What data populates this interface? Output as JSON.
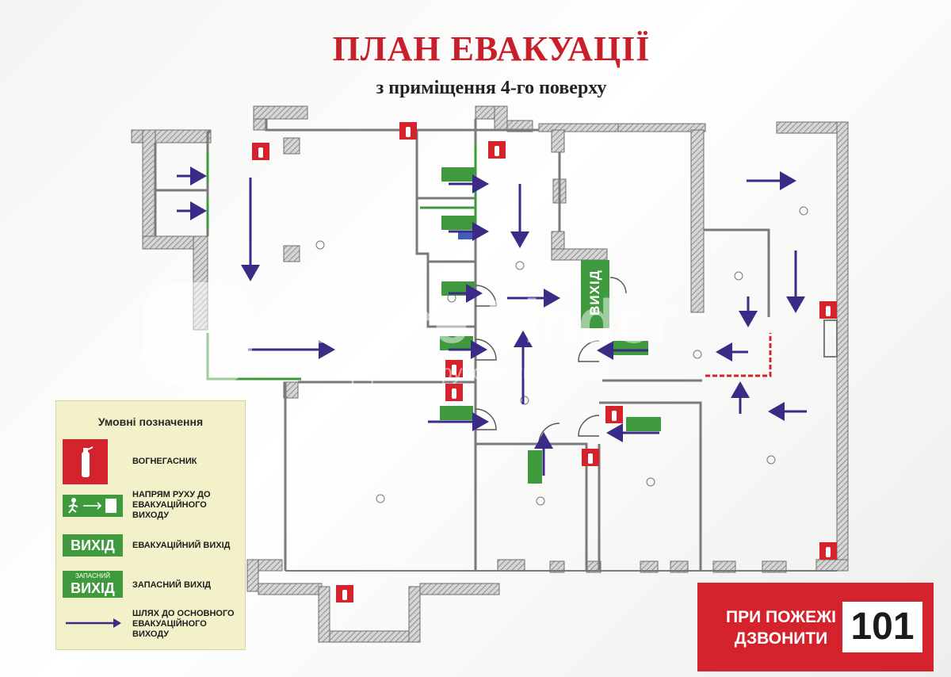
{
  "plan": {
    "title": "ПЛАН ЕВАКУАЦІЇ",
    "subtitle": "з приміщення 4-го поверху",
    "exit_sign": "ВИХІД"
  },
  "legend": {
    "title": "Умовні позначення",
    "items": [
      {
        "icon": "fire-extinguisher-icon",
        "label": "ВОГНЕГАСНИК"
      },
      {
        "icon": "running-man-exit-icon",
        "label": "НАПРЯМ РУХУ ДО ЕВАКУАЦІЙНОГО ВИХОДУ"
      },
      {
        "icon": "exit-sign",
        "sign_text": "ВИХІД",
        "label": "ЕВАКУАЦІЙНИЙ ВИХІД"
      },
      {
        "icon": "spare-exit-sign",
        "sign_top": "ЗАПАСНИЙ",
        "sign_text": "ВИХІД",
        "label": "ЗАПАСНИЙ ВИХІД"
      },
      {
        "icon": "arrow-icon",
        "label": "ШЛЯХ ДО ОСНОВНОГО ЕВАКУАЦІЙНОГО ВИХОДУ"
      }
    ]
  },
  "fire_notice": {
    "text": "ПРИ ПОЖЕЖІ ДЗВОНИТИ",
    "number": "101"
  },
  "watermark": {
    "name": "Office Finder",
    "tagline": "Комерційна нерухомість в Києві"
  },
  "colors": {
    "title_red": "#c8202b",
    "extinguisher_red": "#d4232c",
    "exit_green": "#3f9a3e",
    "route_purple": "#3b2a86",
    "legend_bg": "#f3f1c9",
    "wall": "#8c8c8c"
  }
}
